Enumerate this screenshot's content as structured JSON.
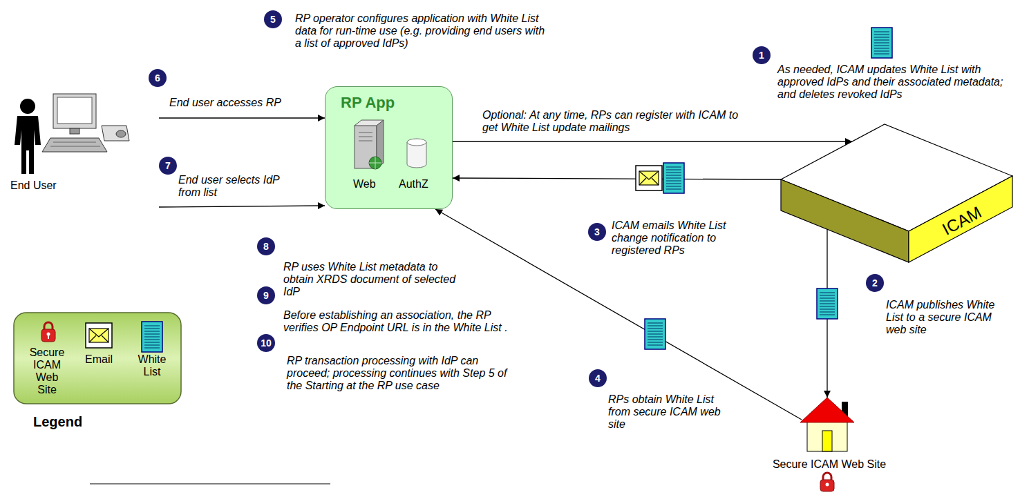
{
  "diagram": {
    "nodes": [
      {
        "text": [
          "End User"
        ]
      },
      {
        "text": [
          "RP App",
          "Web",
          "AuthZ"
        ]
      },
      {
        "text": [
          "ICAM"
        ]
      },
      {
        "text": [
          "Secure ICAM Web Site"
        ]
      }
    ],
    "edges": [
      {
        "from": 0,
        "to": 1,
        "arrow": "to",
        "label": "End user accesses RP"
      },
      {
        "from": 0,
        "to": 1,
        "arrow": "to",
        "label": "End user selects IdP from list"
      },
      {
        "from": 1,
        "to": 2,
        "arrow": "to",
        "label": "Optional: At any time, RPs can register with ICAM to get White List update mailings"
      },
      {
        "from": 2,
        "to": 1,
        "arrow": "to",
        "label": "ICAM emails White List change notification to registered RPs"
      },
      {
        "from": 2,
        "to": 3,
        "arrow": "to",
        "label": "ICAM publishes White List to a secure ICAM web site"
      },
      {
        "from": 3,
        "to": 1,
        "arrow": "to",
        "label": "RPs obtain White List from secure ICAM web site"
      }
    ],
    "labels": [
      "5",
      "RP operator configures application with White List data for run-time use (e.g. providing end users with a list of approved IdPs)",
      "6",
      "7",
      "1",
      "As needed, ICAM updates White List with approved IdPs and their associated metadata; and deletes revoked IdPs",
      "3",
      "2",
      "8",
      "RP uses White List metadata to obtain XRDS document of selected IdP",
      "9",
      "Before establishing an association, the RP verifies OP Endpoint URL is in the White List .",
      "4",
      "10",
      "RP transaction processing with IdP can proceed; processing continues with Step 5 of the Starting at the RP use case",
      "Legend"
    ],
    "legend": [
      {
        "text": "Secure ICAM Web Site"
      },
      {
        "text": "Email"
      },
      {
        "text": "White List"
      }
    ]
  }
}
